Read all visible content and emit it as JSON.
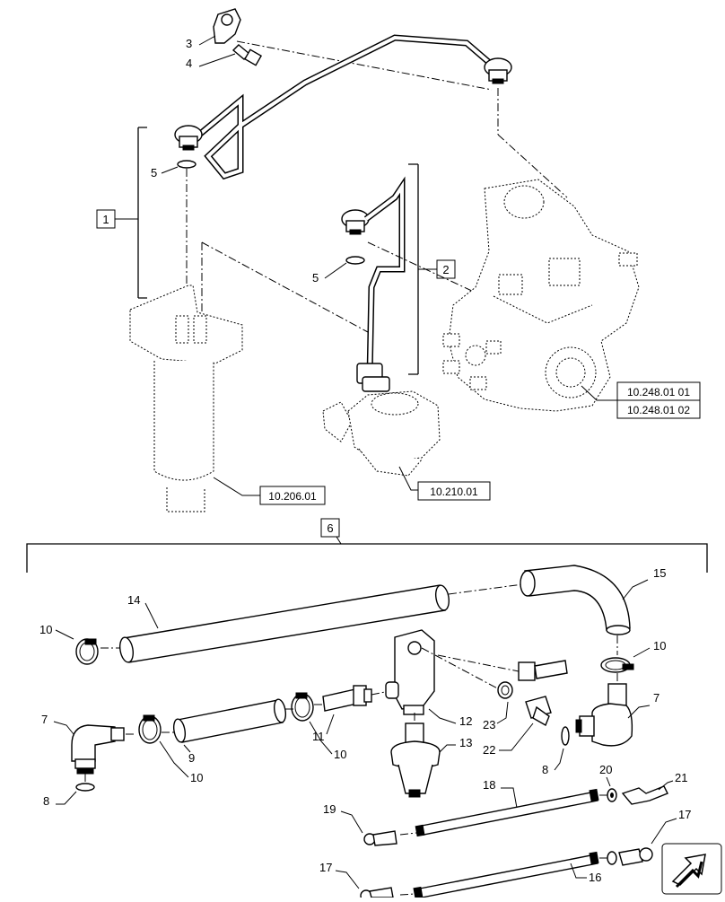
{
  "callouts": {
    "c1": "1",
    "c2": "2",
    "c3": "3",
    "c4": "4",
    "c5a": "5",
    "c5b": "5",
    "c6": "6",
    "c7a": "7",
    "c7b": "7",
    "c8a": "8",
    "c8b": "8",
    "c9": "9",
    "c10a": "10",
    "c10b": "10",
    "c10c": "10",
    "c10d": "10",
    "c11": "11",
    "c12": "12",
    "c13": "13",
    "c14": "14",
    "c15": "15",
    "c16": "16",
    "c17a": "17",
    "c17b": "17",
    "c18": "18",
    "c19": "19",
    "c20": "20",
    "c21": "21",
    "c22": "22",
    "c23": "23"
  },
  "references": {
    "ref_pump_1": "10.248.01 01",
    "ref_pump_2": "10.248.01 02",
    "ref_filter": "10.206.01",
    "ref_lift_pump": "10.210.01"
  },
  "icons": {
    "navigation": "arrow-nav-icon"
  }
}
